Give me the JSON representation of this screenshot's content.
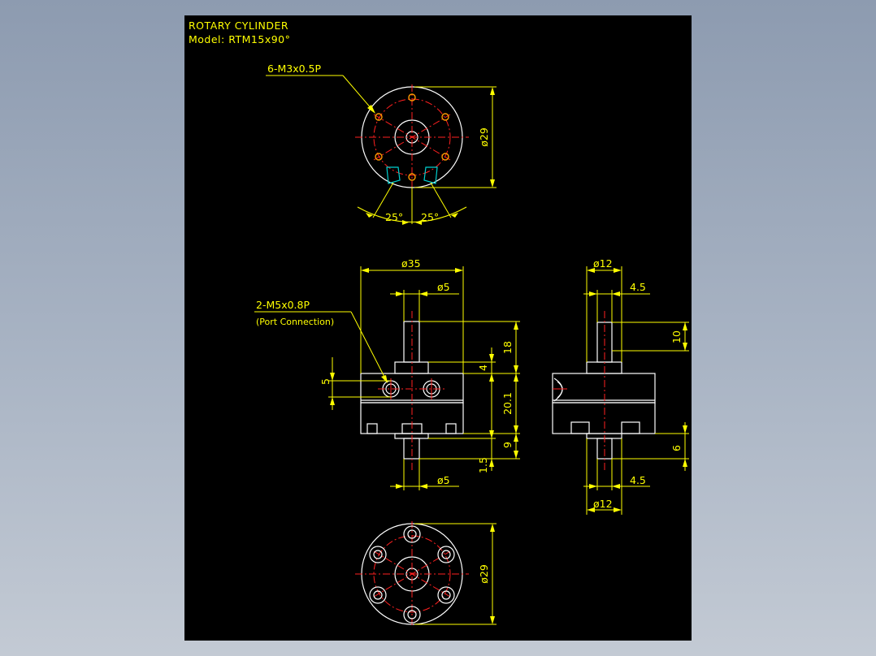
{
  "title": {
    "line1": "ROTARY CYLINDER",
    "line2": "Model: RTM15x90°"
  },
  "colors": {
    "sheet": "#000000",
    "outline": "#ffffff",
    "dimension": "#ffff00",
    "centerline": "#ff2020",
    "hidden": "#00d0d0",
    "holes": "#ff9a00"
  },
  "top_view": {
    "hole_callout": "6-M3x0.5P",
    "diameter": "ø29",
    "angle_left": "25°",
    "angle_right": "25°"
  },
  "front_view": {
    "dia_body": "ø35",
    "dia_shaft_top": "ø5",
    "dia_shaft_bottom": "ø5",
    "port_callout": "2-M5x0.8P",
    "port_note": "(Port Connection)",
    "port_height": "5",
    "h_shaft": "18",
    "h_flange": "4",
    "h_body": "20.1",
    "h_lower": "9",
    "h_tip": "1.5"
  },
  "side_view": {
    "dia_top": "ø12",
    "dim_top": "4.5",
    "h_top": "10",
    "h_bottom": "6",
    "dim_bottom": "4.5",
    "dia_bottom": "ø12"
  },
  "bottom_view": {
    "diameter": "ø29"
  }
}
